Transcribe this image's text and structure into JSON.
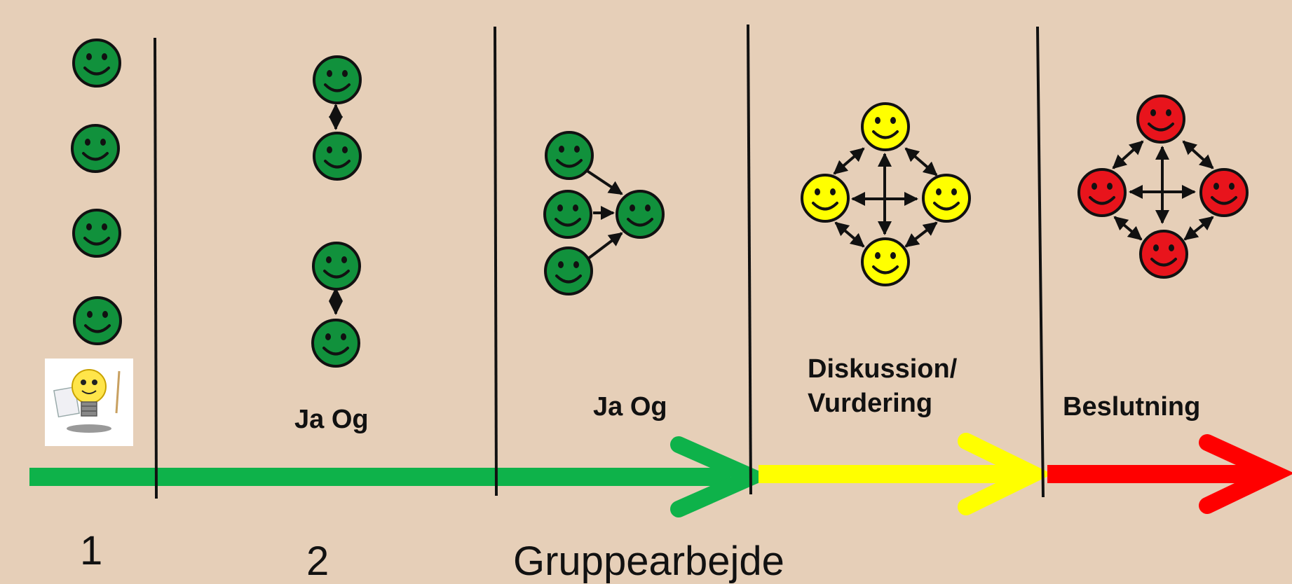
{
  "stages": [
    {
      "id": "stage-1",
      "number": "1",
      "label": "",
      "color": "#0e9e3c"
    },
    {
      "id": "stage-2",
      "number": "2",
      "label": "Ja Og",
      "color": "#0e9e3c"
    },
    {
      "id": "stage-3",
      "number": "",
      "label": "Ja Og",
      "color": "#0e9e3c"
    },
    {
      "id": "stage-4",
      "number": "",
      "label_line1": "Diskussion/",
      "label_line2": "Vurdering",
      "color": "#ffff00"
    },
    {
      "id": "stage-5",
      "number": "",
      "label": "Beslutning",
      "color": "#ff0000"
    }
  ],
  "group_work_label": "Gruppearbejde",
  "colors": {
    "background": "#e6cfb8",
    "green_arrow": "#0eb24a",
    "yellow_arrow": "#ffff00",
    "red_arrow": "#ff0000",
    "green_face": "#11913c",
    "yellow_face": "#ffff00",
    "red_face": "#e8141c"
  },
  "icons": {
    "lightbulb": "lightbulb-idea-icon"
  }
}
